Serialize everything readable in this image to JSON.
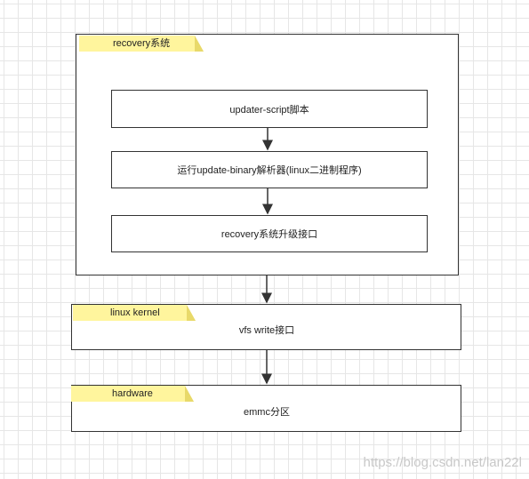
{
  "recovery": {
    "tag": "recovery系统",
    "steps": [
      "updater-script脚本",
      "运行update-binary解析器(linux二进制程序)",
      "recovery系统升级接口"
    ]
  },
  "kernel": {
    "tag": "linux kernel",
    "label": "vfs write接口"
  },
  "hardware": {
    "tag": "hardware",
    "label": "emmc分区"
  },
  "watermark": "https://blog.csdn.net/lan22l"
}
